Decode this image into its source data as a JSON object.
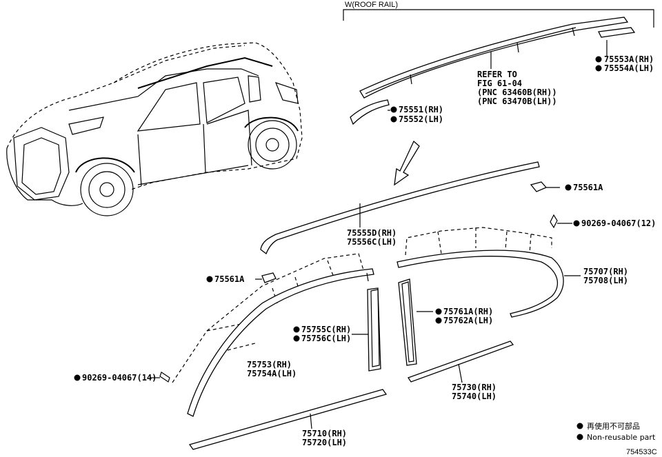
{
  "header": {
    "group_label": "W(ROOF RAIL)"
  },
  "refer_note": {
    "line1": "REFER TO",
    "line2": "FIG 61-04",
    "line3": "(PNC 63460B(RH))",
    "line4": "(PNC 63470B(LH))"
  },
  "parts": {
    "p75553": {
      "rh": "75553A(RH)",
      "lh": "75554A(LH)",
      "nonreusable": true
    },
    "p75551": {
      "rh": "75551(RH)",
      "lh": "75552(LH)",
      "nonreusable": true
    },
    "p75561_top": {
      "code": "75561A",
      "nonreusable": true
    },
    "p75555": {
      "rh": "75555D(RH)",
      "lh": "75556C(LH)",
      "nonreusable": false
    },
    "p90269_top": {
      "code": "90269-04067(12)",
      "nonreusable": true
    },
    "p75561_left": {
      "code": "75561A",
      "nonreusable": true
    },
    "p75707": {
      "rh": "75707(RH)",
      "lh": "75708(LH)",
      "nonreusable": false
    },
    "p75761": {
      "rh": "75761A(RH)",
      "lh": "75762A(LH)",
      "nonreusable": true
    },
    "p75755": {
      "rh": "75755C(RH)",
      "lh": "75756C(LH)",
      "nonreusable": true
    },
    "p75753": {
      "rh": "75753(RH)",
      "lh": "75754A(LH)",
      "nonreusable": false
    },
    "p90269_left": {
      "code": "90269-04067(14)",
      "nonreusable": true
    },
    "p75730": {
      "rh": "75730(RH)",
      "lh": "75740(LH)",
      "nonreusable": false
    },
    "p75710": {
      "rh": "75710(RH)",
      "lh": "75720(LH)",
      "nonreusable": false
    }
  },
  "legend": {
    "jp": "再使用不可部品",
    "en": "Non-reusable part"
  },
  "figure_id": "754533C"
}
